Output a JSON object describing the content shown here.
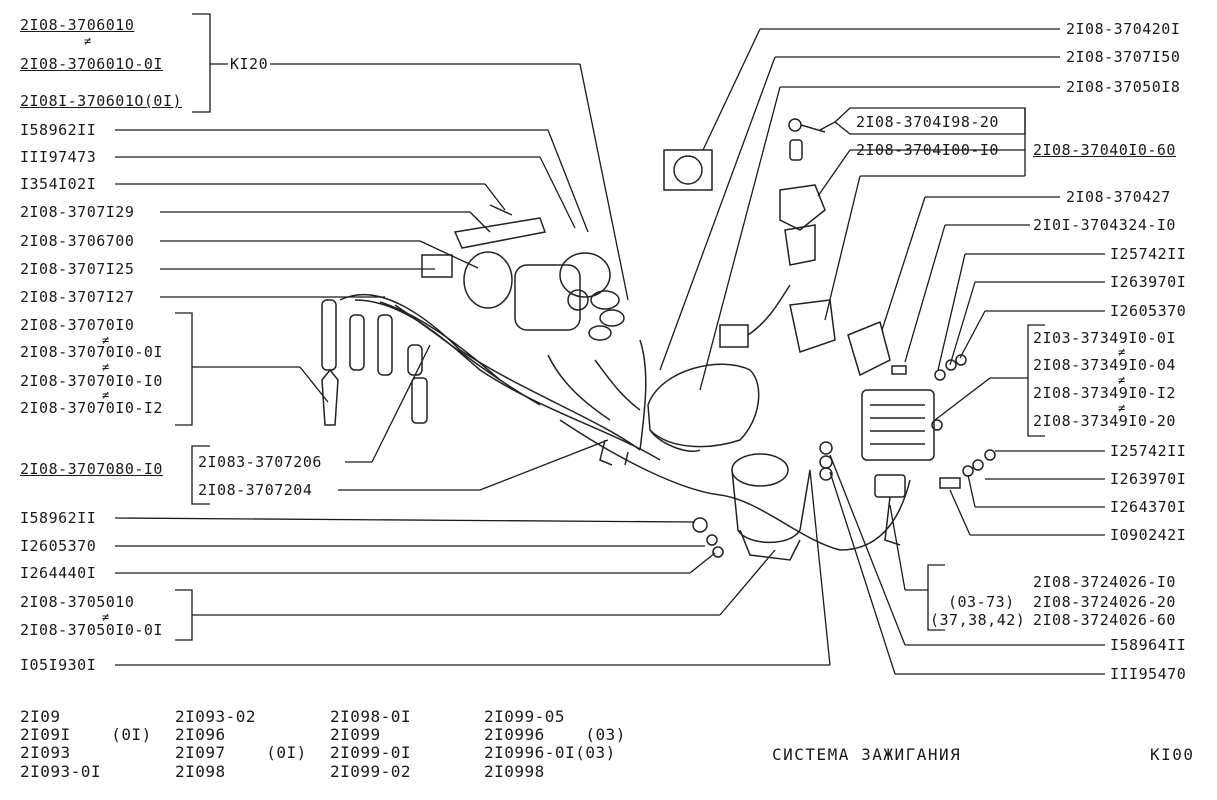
{
  "kit_label": "KI20",
  "distributor_group": [
    "2I08-3706010",
    "2I08-370601O-0I",
    "2I08I-370601O(0I)"
  ],
  "left_labels": [
    "I58962II",
    "III97473",
    "I354I02I",
    "2I08-3707I29",
    "2I08-3706700",
    "2I08-3707I25",
    "2I08-3707I27"
  ],
  "wire_group": [
    "2I08-37070I0",
    "2I08-37070I0-0I",
    "2I08-37070I0-I0",
    "2I08-37070I0-I2"
  ],
  "wire_set_label": "2I08-3707080-I0",
  "wire_sub": [
    "2I083-3707206",
    "2I08-3707204"
  ],
  "left_lower_labels": [
    "I58962II",
    "I2605370",
    "I264440I"
  ],
  "coil_group": [
    "2I08-3705010",
    "2I08-37050I0-0I"
  ],
  "left_bottom_label": "I05I930I",
  "right_labels": [
    "2I08-370420I",
    "2I08-3707I50",
    "2I08-37050I8"
  ],
  "ignition_switch": [
    "2I08-3704I98-20",
    "2I08-3704I00-I0"
  ],
  "ignition_switch_set": "2I08-37040I0-60",
  "right_mid_labels": [
    "2I08-370427",
    "2I0I-3704324-I0",
    "I25742II",
    "I263970I",
    "I2605370"
  ],
  "module_group": [
    "2I03-37349I0-0I",
    "2I08-37349I0-04",
    "2I08-37349I0-I2",
    "2I08-37349I0-20"
  ],
  "right_low_labels": [
    "I25742II",
    "I263970I",
    "I264370I",
    "I090242I"
  ],
  "harness_codes": [
    "(03-73)",
    "(37,38,42)"
  ],
  "harness_group": [
    "2I08-3724026-I0",
    "2I08-3724026-20",
    "2I08-3724026-60"
  ],
  "right_bottom_labels": [
    "I58964II",
    "III95470"
  ],
  "models": [
    [
      "2I09",
      "2I09I    (0I)",
      "2I093",
      "2I093-0I"
    ],
    [
      "2I093-02",
      "2I096",
      "2I097    (0I)",
      "2I098"
    ],
    [
      "2I098-0I",
      "2I099",
      "2I099-0I",
      "2I099-02"
    ],
    [
      "2I099-05",
      "2I0996    (03)",
      "2I0996-0I(03)",
      "2I0998"
    ]
  ],
  "title": "СИСТЕМА ЗАЖИГАНИЯ",
  "page_code": "KI00"
}
